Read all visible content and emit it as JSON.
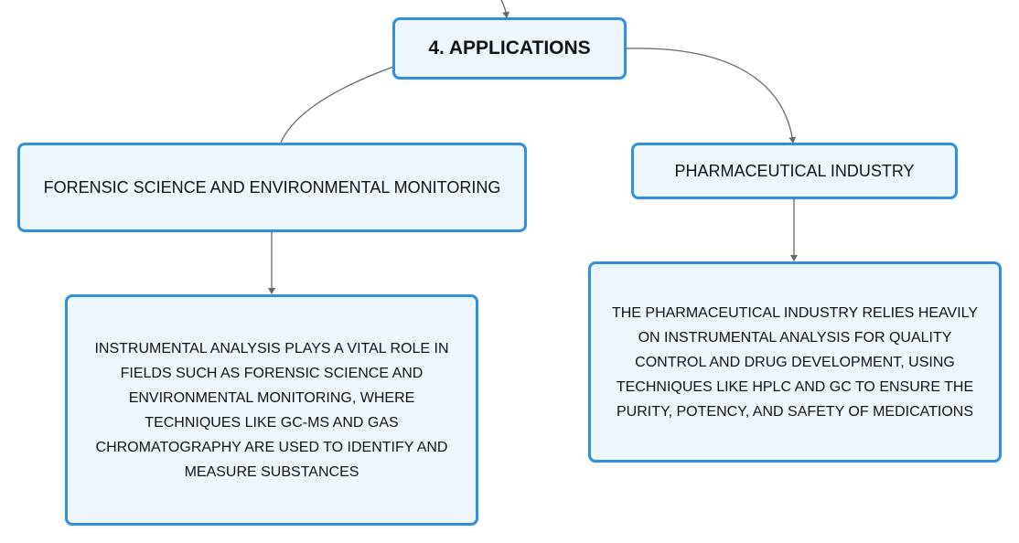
{
  "diagram": {
    "root": {
      "label": "4. APPLICATIONS"
    },
    "branches": [
      {
        "label": "FORENSIC SCIENCE AND ENVIRONMENTAL MONITORING",
        "detail": "INSTRUMENTAL ANALYSIS PLAYS A VITAL ROLE IN FIELDS SUCH AS FORENSIC SCIENCE AND ENVIRONMENTAL MONITORING, WHERE TECHNIQUES LIKE GC-MS AND GAS CHROMATOGRAPHY ARE USED TO IDENTIFY AND MEASURE SUBSTANCES"
      },
      {
        "label": "PHARMACEUTICAL INDUSTRY",
        "detail": "THE PHARMACEUTICAL INDUSTRY RELIES HEAVILY ON INSTRUMENTAL ANALYSIS FOR QUALITY CONTROL AND DRUG DEVELOPMENT, USING TECHNIQUES LIKE HPLC AND GC TO ENSURE THE PURITY, POTENCY, AND SAFETY OF MEDICATIONS"
      }
    ]
  },
  "colors": {
    "node_border": "#2f8fe0",
    "node_fill": "#eef6fd",
    "connector": "#666666",
    "text": "#111111"
  }
}
